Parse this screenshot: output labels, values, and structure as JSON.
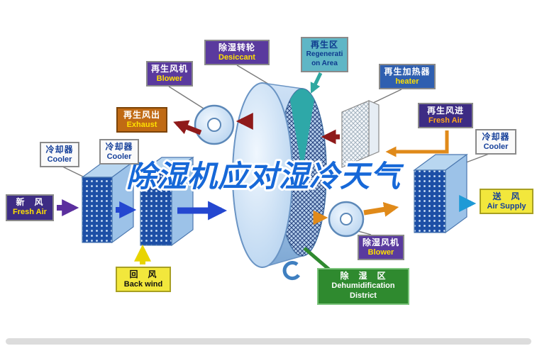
{
  "watermark": {
    "text": "除湿机应对湿冷天气",
    "color": "#1668d8"
  },
  "labels": {
    "desiccant": {
      "zh": "除湿转轮",
      "en": "Desiccant"
    },
    "regeneration_area": {
      "zh": "再生区",
      "en_line1": "Regenerati",
      "en_line2": "on Area"
    },
    "regen_blower": {
      "zh": "再生风机",
      "en": "Blower"
    },
    "regen_heater": {
      "zh": "再生加热器",
      "en": "heater"
    },
    "regen_exhaust": {
      "zh": "再生风出",
      "en": "Exhaust"
    },
    "regen_fresh_air": {
      "zh": "再生风进",
      "en": "Fresh Air"
    },
    "cooler_left_outer": {
      "zh": "冷却器",
      "en": "Cooler"
    },
    "cooler_left_inner": {
      "zh": "冷却器",
      "en": "Cooler"
    },
    "cooler_right": {
      "zh": "冷却器",
      "en": "Cooler"
    },
    "fresh_air_inlet": {
      "zh": "新　风",
      "en": "Fresh Air"
    },
    "back_wind": {
      "zh": "回　风",
      "en": "Back wind"
    },
    "air_supply": {
      "zh": "送　风",
      "en": "Air Supply"
    },
    "dehum_blower": {
      "zh": "除湿风机",
      "en": "Blower"
    },
    "dehum_district": {
      "zh": "除　湿　区",
      "en_line1": "Dehumidification",
      "en_line2": "District"
    }
  },
  "colors": {
    "purple_box": "#5a3a9e",
    "indigo_box": "#3d2c84",
    "blue_box": "#2f5fb0",
    "teal_box": "#5fb6c6",
    "orange_box": "#c06a14",
    "yellow_box": "#f2e73c",
    "green_box": "#2f8a2f",
    "white_box": "#fafafa",
    "arrow_blue": "#2447d0",
    "arrow_purple": "#5b2f9e",
    "arrow_dark_red": "#8f1a1a",
    "arrow_orange": "#e08a1a",
    "arrow_yellow": "#e8d400",
    "arrow_teal": "#2fa8a0",
    "arrow_cyan": "#1f9ad6",
    "arrow_green": "#2f8a2f",
    "watermark_blue": "#1668d8"
  }
}
